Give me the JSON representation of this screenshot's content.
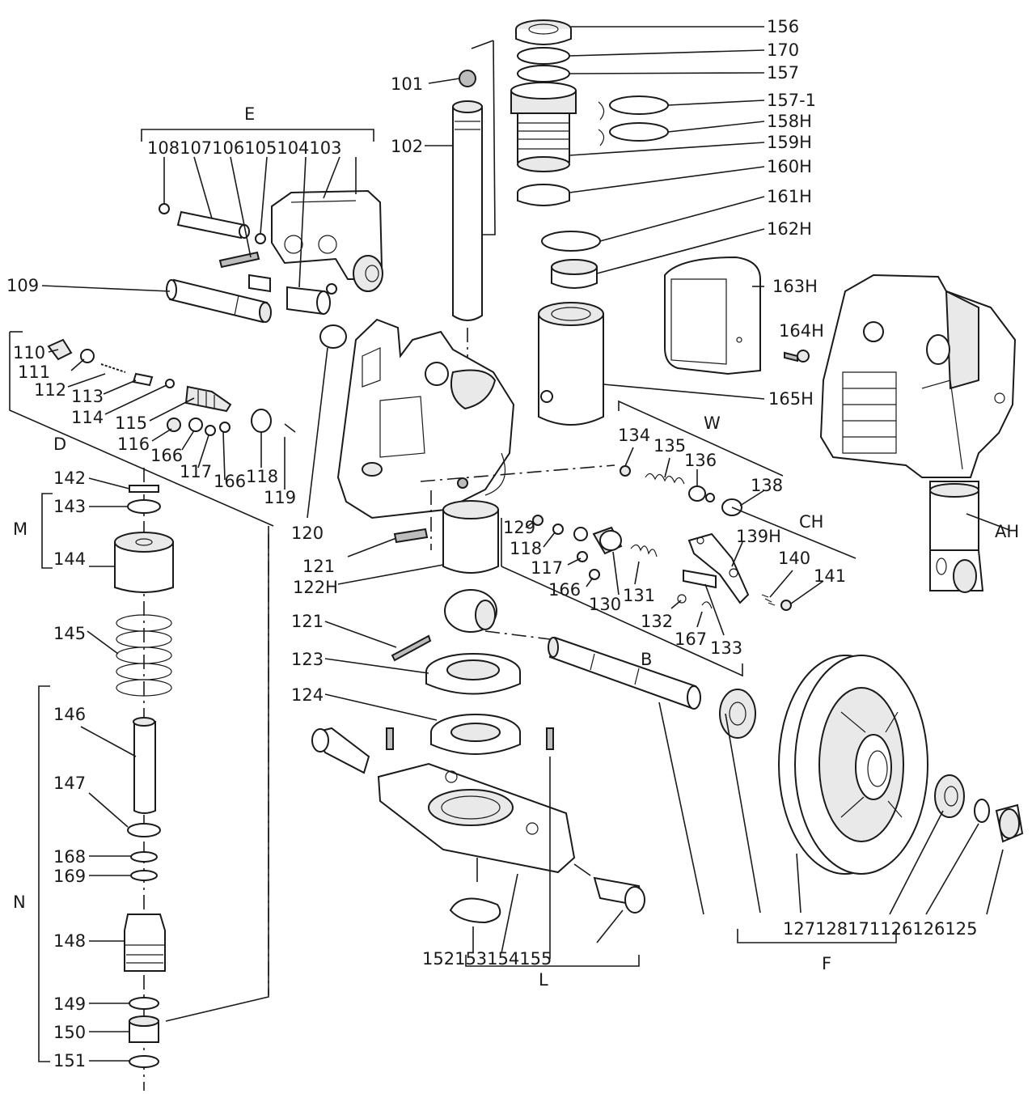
{
  "callouts": [
    {
      "id": "156",
      "text": "156"
    },
    {
      "id": "170",
      "text": "170"
    },
    {
      "id": "157",
      "text": "157"
    },
    {
      "id": "157-1",
      "text": "157-1"
    },
    {
      "id": "158H",
      "text": "158H"
    },
    {
      "id": "159H",
      "text": "159H"
    },
    {
      "id": "160H",
      "text": "160H"
    },
    {
      "id": "161H",
      "text": "161H"
    },
    {
      "id": "162H",
      "text": "162H"
    },
    {
      "id": "163H",
      "text": "163H"
    },
    {
      "id": "164H",
      "text": "164H"
    },
    {
      "id": "165H",
      "text": "165H"
    },
    {
      "id": "101",
      "text": "101"
    },
    {
      "id": "102",
      "text": "102"
    },
    {
      "id": "E",
      "text": "E"
    },
    {
      "id": "108-103",
      "text": "108107106105104103"
    },
    {
      "id": "109",
      "text": "109"
    },
    {
      "id": "110",
      "text": "110"
    },
    {
      "id": "111",
      "text": "111"
    },
    {
      "id": "112",
      "text": "112"
    },
    {
      "id": "113",
      "text": "113"
    },
    {
      "id": "114",
      "text": "114"
    },
    {
      "id": "115",
      "text": "115"
    },
    {
      "id": "116",
      "text": "116"
    },
    {
      "id": "166a",
      "text": "166"
    },
    {
      "id": "117a",
      "text": "117"
    },
    {
      "id": "166b",
      "text": "166"
    },
    {
      "id": "118a",
      "text": "118"
    },
    {
      "id": "119",
      "text": "119"
    },
    {
      "id": "120",
      "text": "120"
    },
    {
      "id": "D",
      "text": "D"
    },
    {
      "id": "142",
      "text": "142"
    },
    {
      "id": "143",
      "text": "143"
    },
    {
      "id": "M",
      "text": "M"
    },
    {
      "id": "144",
      "text": "144"
    },
    {
      "id": "145",
      "text": "145"
    },
    {
      "id": "146",
      "text": "146"
    },
    {
      "id": "147",
      "text": "147"
    },
    {
      "id": "168",
      "text": "168"
    },
    {
      "id": "169",
      "text": "169"
    },
    {
      "id": "N",
      "text": "N"
    },
    {
      "id": "148",
      "text": "148"
    },
    {
      "id": "149",
      "text": "149"
    },
    {
      "id": "150",
      "text": "150"
    },
    {
      "id": "151",
      "text": "151"
    },
    {
      "id": "121a",
      "text": "121"
    },
    {
      "id": "122H",
      "text": "122H"
    },
    {
      "id": "121b",
      "text": "121"
    },
    {
      "id": "123",
      "text": "123"
    },
    {
      "id": "124",
      "text": "124"
    },
    {
      "id": "W",
      "text": "W"
    },
    {
      "id": "134",
      "text": "134"
    },
    {
      "id": "135",
      "text": "135"
    },
    {
      "id": "136",
      "text": "136"
    },
    {
      "id": "138",
      "text": "138"
    },
    {
      "id": "CH",
      "text": "CH"
    },
    {
      "id": "129",
      "text": "129"
    },
    {
      "id": "118b",
      "text": "118"
    },
    {
      "id": "139H",
      "text": "139H"
    },
    {
      "id": "140",
      "text": "140"
    },
    {
      "id": "141",
      "text": "141"
    },
    {
      "id": "117b",
      "text": "117"
    },
    {
      "id": "166c",
      "text": "166"
    },
    {
      "id": "130",
      "text": "130"
    },
    {
      "id": "131",
      "text": "131"
    },
    {
      "id": "132",
      "text": "132"
    },
    {
      "id": "167",
      "text": "167"
    },
    {
      "id": "133",
      "text": "133"
    },
    {
      "id": "B",
      "text": "B"
    },
    {
      "id": "AH",
      "text": "AH"
    },
    {
      "id": "152-155",
      "text": "152153154155"
    },
    {
      "id": "L",
      "text": "L"
    },
    {
      "id": "127-125",
      "text": "127128171126126125"
    },
    {
      "id": "F",
      "text": "F"
    }
  ]
}
